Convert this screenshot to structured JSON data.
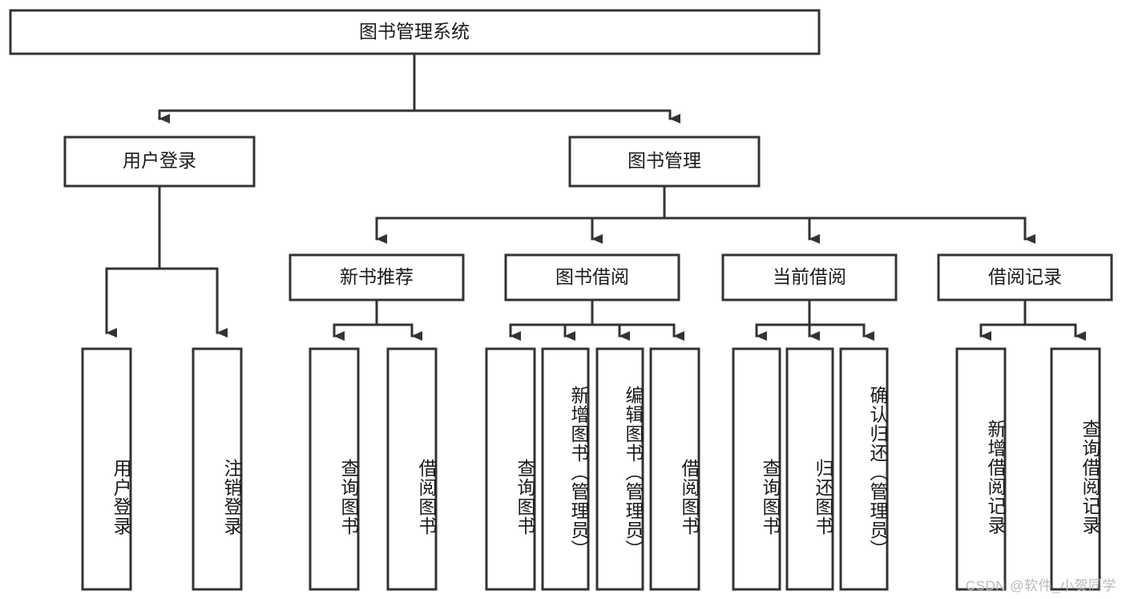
{
  "diagram": {
    "type": "tree-hierarchy",
    "title": "图书管理系统",
    "root": {
      "label": "图书管理系统"
    },
    "level2": [
      {
        "label": "用户登录"
      },
      {
        "label": "图书管理"
      }
    ],
    "level3": [
      {
        "label": "新书推荐",
        "parent": "图书管理"
      },
      {
        "label": "图书借阅",
        "parent": "图书管理"
      },
      {
        "label": "当前借阅",
        "parent": "图书管理"
      },
      {
        "label": "借阅记录",
        "parent": "图书管理"
      }
    ],
    "leaves": {
      "user_login": [
        {
          "label": "用户登录"
        },
        {
          "label": "注销登录"
        }
      ],
      "new_book_recommend": [
        {
          "label": "查询图书"
        },
        {
          "label": "借阅图书"
        }
      ],
      "book_borrow": [
        {
          "label": "查询图书"
        },
        {
          "label": "新增图书（管理员）"
        },
        {
          "label": "编辑图书（管理员）"
        },
        {
          "label": "借阅图书"
        }
      ],
      "current_borrow": [
        {
          "label": "查询图书"
        },
        {
          "label": "归还图书"
        },
        {
          "label": "确认归还（管理员）"
        }
      ],
      "borrow_record": [
        {
          "label": "新增借阅记录"
        },
        {
          "label": "查询借阅记录"
        }
      ]
    }
  },
  "watermark": {
    "text": "CSDN @软件_小贺同学"
  },
  "colors": {
    "stroke": "#333333",
    "fill": "#ffffff",
    "text": "#1a1a1a",
    "watermark": "#b9b9b9"
  }
}
